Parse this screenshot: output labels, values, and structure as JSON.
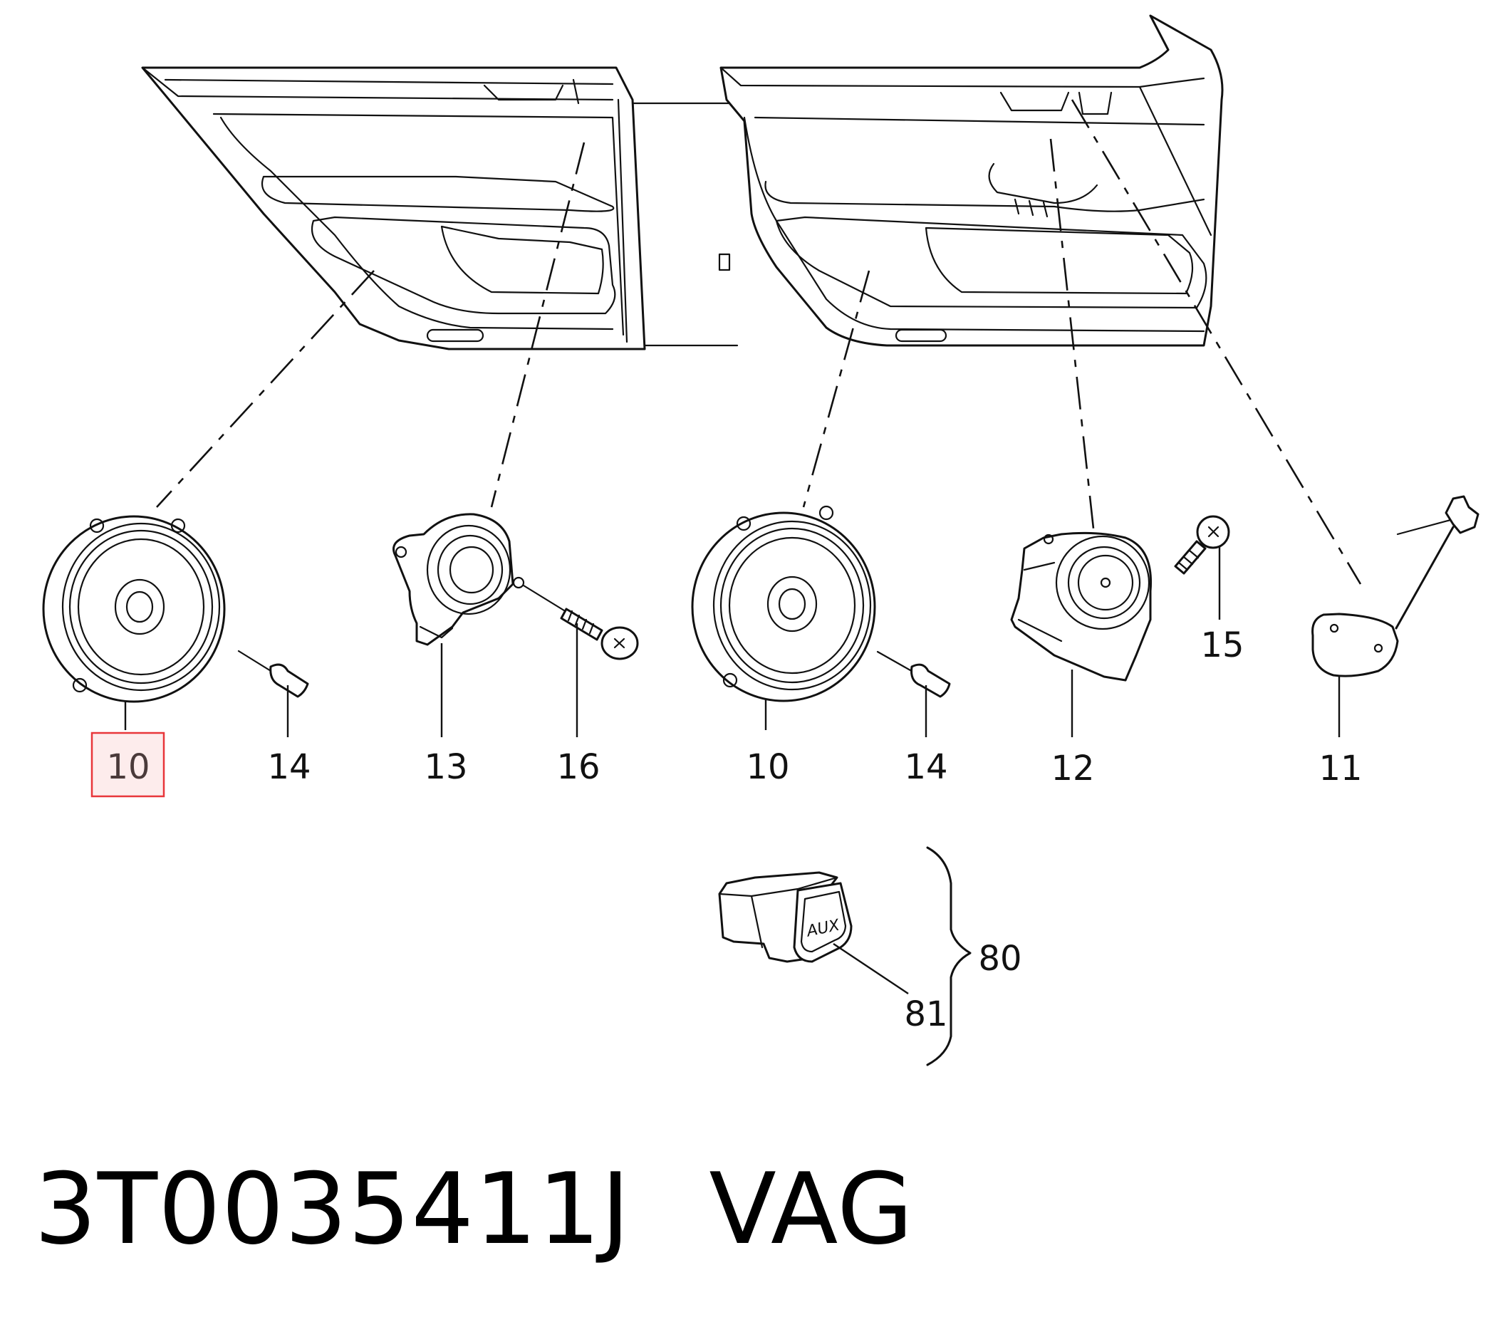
{
  "diagram": {
    "callouts": {
      "speaker_rear": "10",
      "rivet_rear": "14",
      "tweeter_rear": "13",
      "screw_16": "16",
      "speaker_front": "10",
      "rivet_front": "14",
      "midrange_front": "12",
      "screw_15": "15",
      "sensor": "11",
      "aux_assembly": "80",
      "aux_socket": "81"
    },
    "aux_socket_label": "AUX",
    "highlight_color": "#e8363a"
  },
  "caption": {
    "part_number": "3T0035411J",
    "brand": "VAG"
  }
}
